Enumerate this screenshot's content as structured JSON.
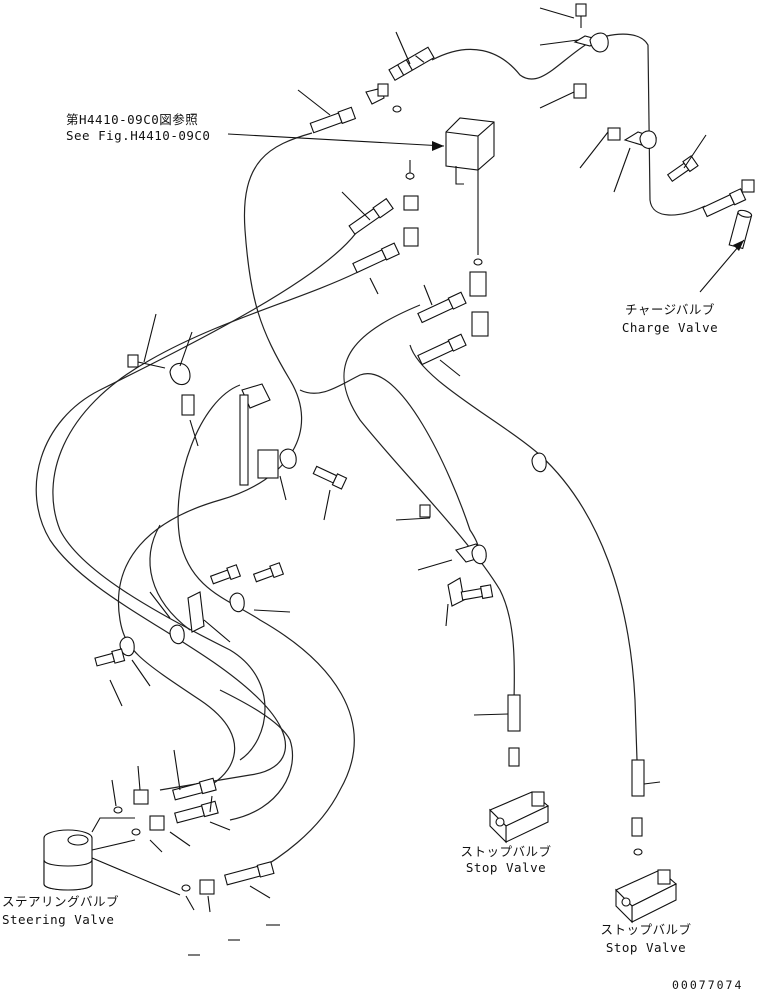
{
  "refs": {
    "fig_jp": "第H4410-09C0図参照",
    "fig_en": "See Fig.H4410-09C0"
  },
  "labels": {
    "charge_jp": "チャージバルブ",
    "charge_en": "Charge Valve",
    "stop1_jp": "ストップバルブ",
    "stop1_en": "Stop Valve",
    "stop2_jp": "ストップバルブ",
    "stop2_en": "Stop Valve",
    "steering_jp": "ステアリングバルブ",
    "steering_en": "Steering Valve"
  },
  "drawing_number": "00077074"
}
